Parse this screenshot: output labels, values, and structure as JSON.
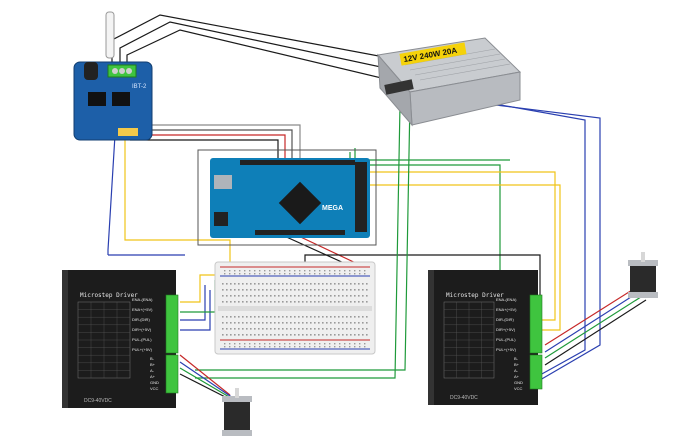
{
  "psu": {
    "label": "12V 240W 20A"
  },
  "bts": {
    "label": "IBT-2"
  },
  "arduino": {
    "logo": "MEGA"
  },
  "driver_left": {
    "title": "Microstep Driver",
    "input_labels": [
      "ENA-(ENA)",
      "ENA+(+5V)",
      "DIR-(DIR)",
      "DIR+(+5V)",
      "PUL-(PUL)",
      "PUL+(+5V)"
    ],
    "output_labels": [
      "B-",
      "B+",
      "A-",
      "A+",
      "GND",
      "VCC"
    ],
    "footer": "DC9-40VDC"
  },
  "driver_right": {
    "title": "Microstep Driver",
    "input_labels": [
      "ENA-(ENA)",
      "ENA+(+5V)",
      "DIR-(DIR)",
      "DIR+(+5V)",
      "PUL-(PUL)",
      "PUL+(+5V)"
    ],
    "output_labels": [
      "B-",
      "B+",
      "A-",
      "A+",
      "GND",
      "VCC"
    ],
    "footer": "DC9-40VDC"
  },
  "colors": {
    "wire_black": "#1a1a1a",
    "wire_blue": "#2a3fb0",
    "wire_green": "#1f9a3a",
    "wire_yellow": "#f0c419",
    "wire_red": "#c62828",
    "wire_gray": "#8a8a8a",
    "arduino_blue": "#0e7fb8",
    "terminal_green": "#3fc43f",
    "driver_body": "#1c1c1c"
  }
}
